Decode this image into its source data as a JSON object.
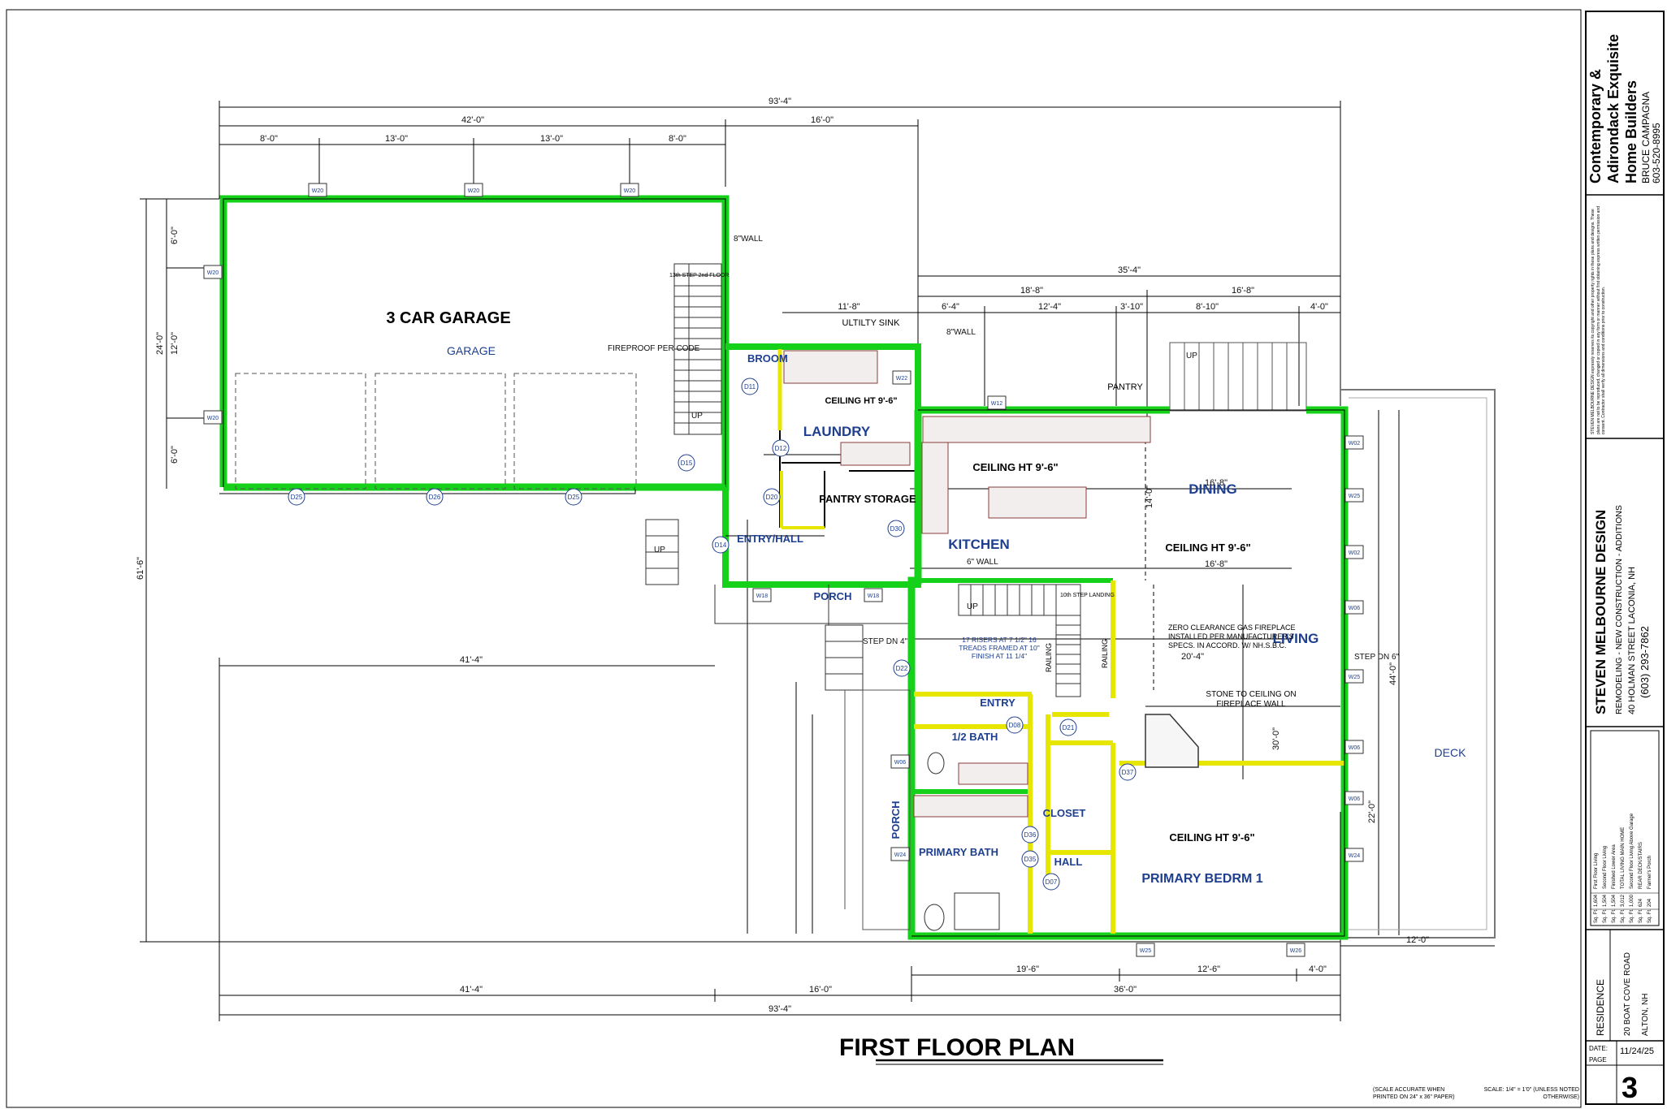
{
  "plan": {
    "title": "FIRST FLOOR PLAN",
    "scale_note_left": "(SCALE ACCURATE WHEN PRINTED ON 24\" x 36\" PAPER)",
    "scale_note_right": "SCALE: 1/4\" = 1'0\" (UNLESS NOTED OTHERWISE)"
  },
  "rooms": {
    "garage_title": "3 CAR GARAGE",
    "garage": "GARAGE",
    "fireproof": "FIREPROOF PER CODE",
    "laundry": "LAUNDRY",
    "broom": "BROOM",
    "pantry_storage": "PANTRY STORAGE",
    "kitchen": "KITCHEN",
    "dining": "DINING",
    "living": "LIVING",
    "entry_hall": "ENTRY/HALL",
    "porch_top": "PORCH",
    "porch_side": "PORCH",
    "entry": "ENTRY",
    "half_bath": "1/2 BATH",
    "closet": "CLOSET",
    "hall": "HALL",
    "primary_bath": "PRIMARY BATH",
    "primary_bedroom": "PRIMARY BEDRM 1",
    "deck": "DECK",
    "pantry": "PANTRY",
    "utility_sink": "ULTILTY SINK"
  },
  "notes": {
    "ceiling_laundry": "CEILING HT 9'-6\"",
    "ceiling_kitchen": "CEILING HT 9'-6\"",
    "ceiling_dining": "CEILING HT 9'-6\"",
    "ceiling_bedroom": "CEILING HT 9'-6\"",
    "fireplace": "ZERO CLEARANCE GAS FIREPLACE INSTALLED PER MANUFACTURER'S SPECS. IN ACCORD. W/ NH.S.B.C.",
    "stone": "STONE TO CEILING ON FIREPLACE WALL",
    "risers": "17 RISERS AT 7 1/2\" 16 TREADS FRAMED AT 10\" FINISH AT 11 1/4\"",
    "wall_8": "8\"WALL",
    "wall_6": "6\" WALL",
    "step_dn_4": "STEP DN 4\"",
    "step_dn_6": "STEP DN 6\"",
    "up": "UP",
    "landing": "10th STEP LANDING",
    "step_13": "13th STEP 2nd FLOOR",
    "railing": "RAILING"
  },
  "dimensions": {
    "overall_top": "93'-4\"",
    "garage_width": "42'-0\"",
    "mid_width": "16'-0\"",
    "g1": "8'-0\"",
    "g2": "13'-0\"",
    "g3": "13'-0\"",
    "g4": "8'-0\"",
    "house_width": "35'-4\"",
    "h1": "18'-8\"",
    "h2": "16'-8\"",
    "k1": "6'-4\"",
    "k2": "12'-4\"",
    "k3": "3'-10\"",
    "k4": "8'-10\"",
    "k5": "4'-0\"",
    "laundry_w": "11'-8\"",
    "left_total": "61'-6\"",
    "garage_depth": "24'-0\"",
    "gd1": "6'-0\"",
    "gd2": "12'-0\"",
    "gd3": "6'-0\"",
    "bottom_left": "41'-4\"",
    "bottom_mid": "16'-0\"",
    "bottom_right": "36'-0\"",
    "b1": "19'-6\"",
    "b2": "12'-6\"",
    "b3": "4'-0\"",
    "overall_bottom": "93'-4\"",
    "deck_w": "12'-0\"",
    "right_total": "44'-0\"",
    "dining_w": "16'-8\"",
    "dining_d": "14'-0\"",
    "living_w": "20'-4\"",
    "living_d": "30'-0\"",
    "bed_d": "22'-0\""
  },
  "tags": {
    "doors": [
      "D25",
      "D26",
      "D25",
      "D11",
      "D12",
      "D15",
      "D20",
      "D30",
      "D14",
      "D22",
      "D08",
      "D21",
      "D37",
      "D36",
      "D35",
      "D07"
    ],
    "windows": [
      "W20",
      "W20",
      "W20",
      "W20",
      "W20",
      "W22",
      "W12",
      "W18",
      "W18",
      "W06",
      "W24",
      "W02",
      "W25",
      "W02",
      "W06",
      "W25",
      "W06",
      "W06",
      "W24",
      "W25",
      "W26"
    ]
  },
  "title_block": {
    "company_line1": "Contemporary &",
    "company_line2": "Adirondack Exquisite",
    "company_line3": "Home Builders",
    "contact_name": "BRUCE CAMPAGNA",
    "contact_phone": "603-520-8995",
    "designer": "STEVEN MELBOURNE DESIGN",
    "designer_sub": "REMODELING - NEW CONSTRUCTION - ADDITIONS",
    "designer_addr": "40 HOLMAN STREET LACONIA, NH",
    "designer_phone": "(603) 293-7862",
    "disclaimer": "STEVEN MELBOURNE DESIGN expressly reserves its copyright and other property rights in these plans and designs. These plans are not to be reproduced, changed or copied in any form or manner without first obtaining express written permission and consent. Contractor shall verify all dimensions and conditions prior to construction.",
    "project": "RESIDENCE",
    "project_addr1": "20 BOAT COVE ROAD",
    "project_addr2": "ALTON, NH",
    "date_label": "DATE:",
    "date": "11/24/25",
    "page_label": "PAGE",
    "page": "3",
    "area_table": [
      {
        "label": "First Floor Living",
        "value": "1,604"
      },
      {
        "label": "Second Floor Living",
        "value": "1,504"
      },
      {
        "label": "Finished Lower Area",
        "value": "1,504"
      },
      {
        "label": "TOTAL LIVING MAIN HOME",
        "value": "3,012"
      },
      {
        "label": "Second Floor Living Above Garage",
        "value": "1,000"
      },
      {
        "label": "REAR DECK/STAIRS",
        "value": "624"
      },
      {
        "label": "Farmer's Porch",
        "value": "204"
      }
    ],
    "area_unit": "Sq. Ft."
  }
}
